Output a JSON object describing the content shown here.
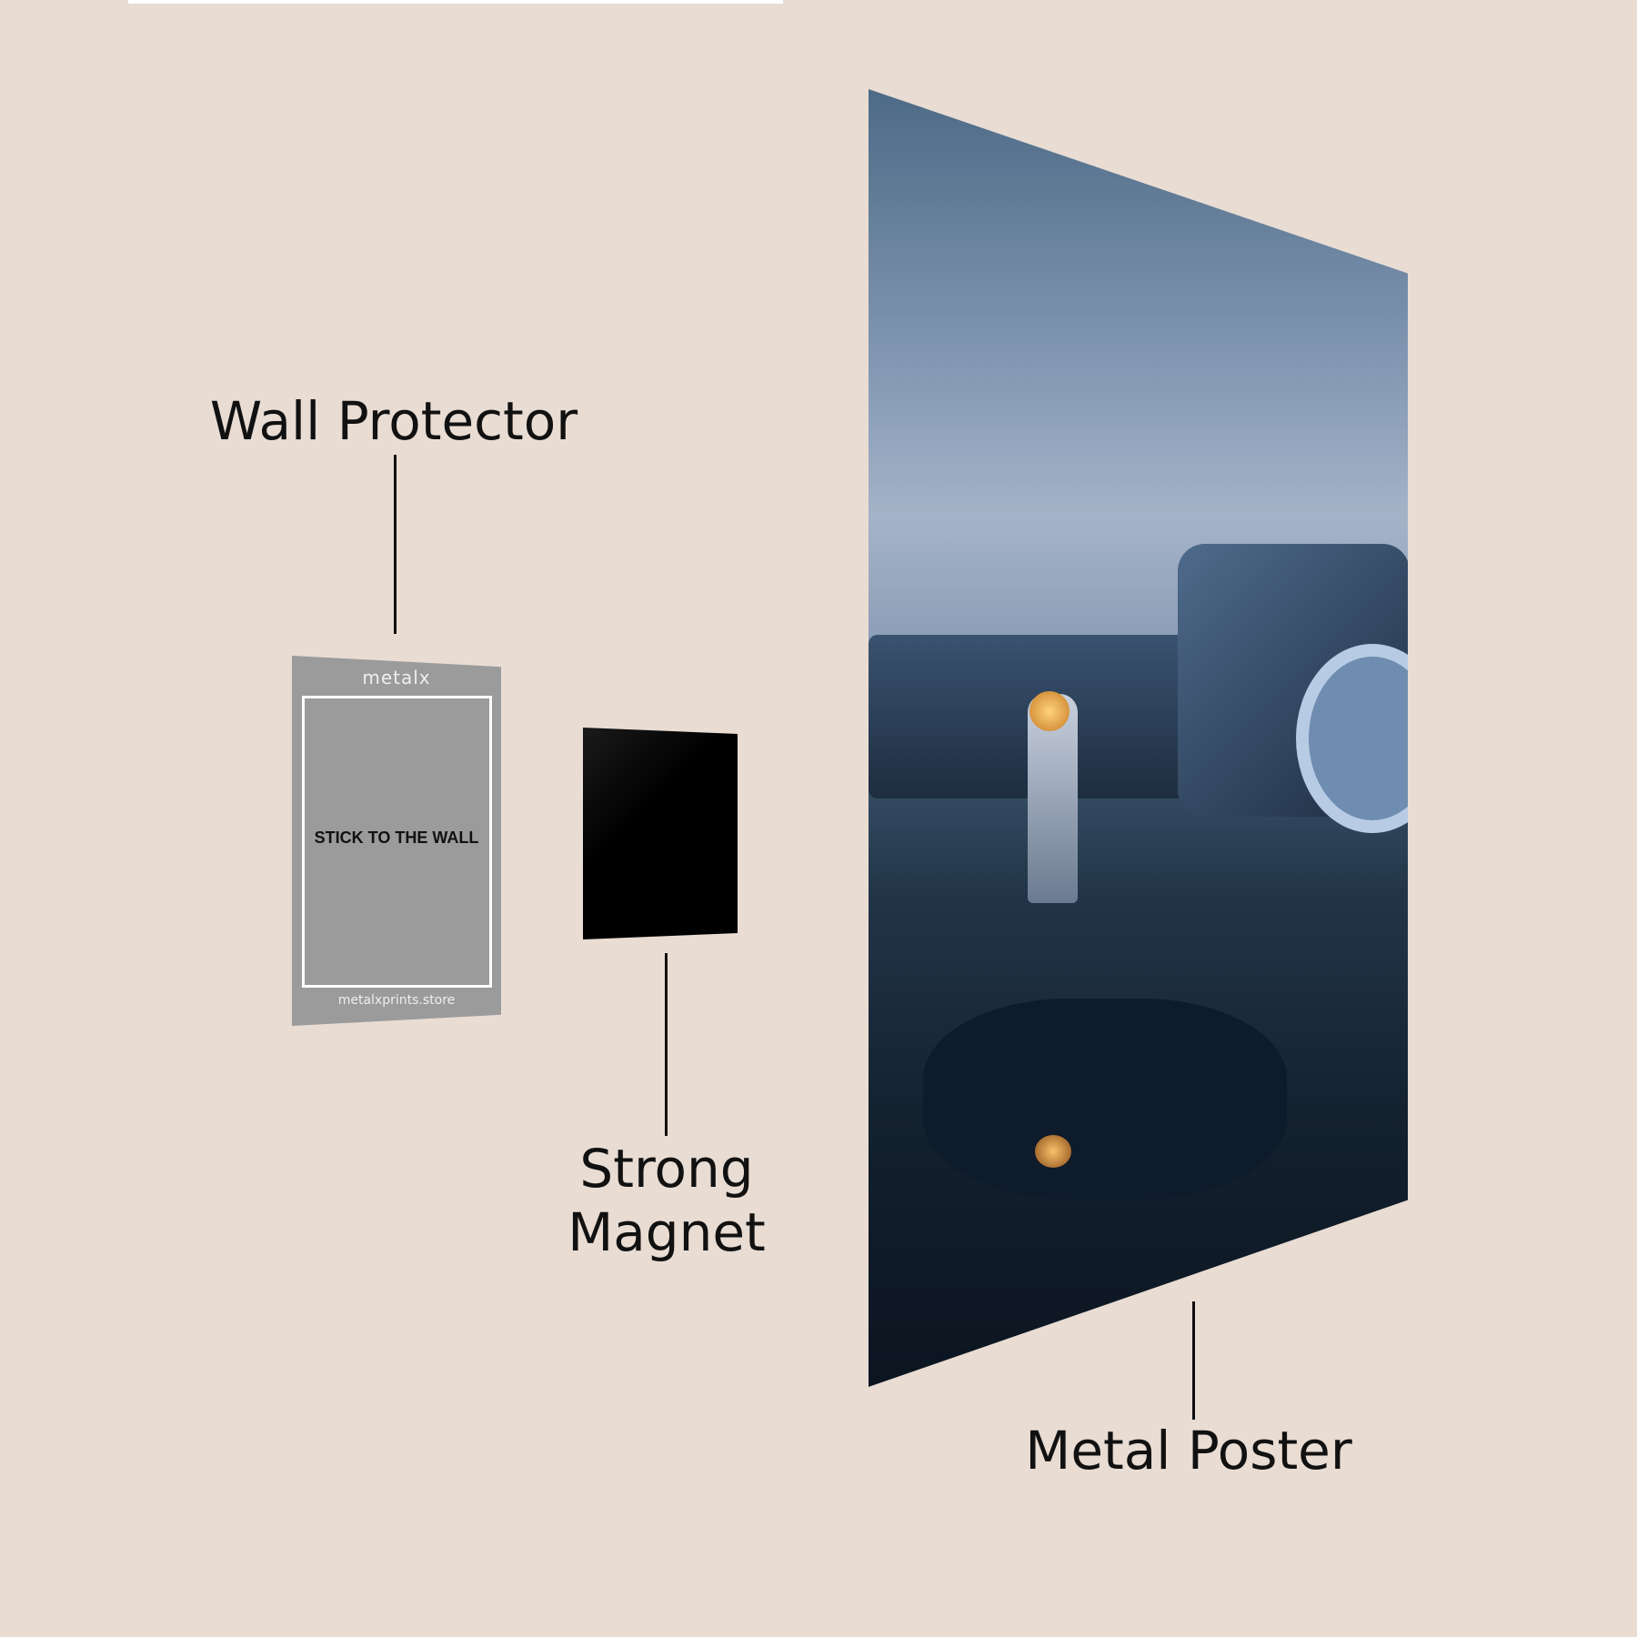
{
  "labels": {
    "wall_protector": "Wall Protector",
    "strong_magnet_line1": "Strong",
    "strong_magnet_line2": "Magnet",
    "metal_poster": "Metal Poster"
  },
  "protector": {
    "logo": "metalx",
    "instruction": "STICK TO THE WALL",
    "url": "metalxprints.store"
  },
  "colors": {
    "background": "#e8dcd3",
    "protector": "#9b9b9b",
    "magnet": "#000000"
  }
}
